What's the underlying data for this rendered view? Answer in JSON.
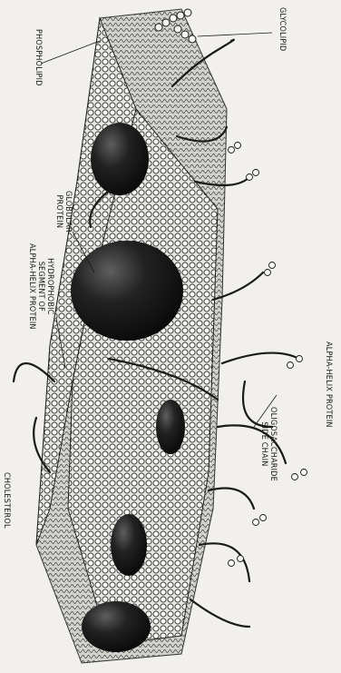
{
  "figure": {
    "labels": {
      "glycolipid": "GLYCOLIPID",
      "phospholipid": "PHOSPHOLIPID",
      "globular_protein": [
        "GLOBULAR",
        "PROTEIN"
      ],
      "hydrophobic_segment": [
        "HYDROPHOBIC",
        "SEGMENT OF",
        "ALPHA-HELIX PROTEIN"
      ],
      "alpha_helix_protein": "ALPHA-HELIX PROTEIN",
      "oligosaccharide_side_chain": [
        "OLIGOSACCHARIDE",
        "SIDE CHAIN"
      ],
      "cholesterol": "CHOLESTEROL"
    },
    "colors": {
      "background": "#f1f0ec",
      "ink": "#151515",
      "protein": "#1c1c1c",
      "membrane": "#cfcfc9"
    }
  }
}
